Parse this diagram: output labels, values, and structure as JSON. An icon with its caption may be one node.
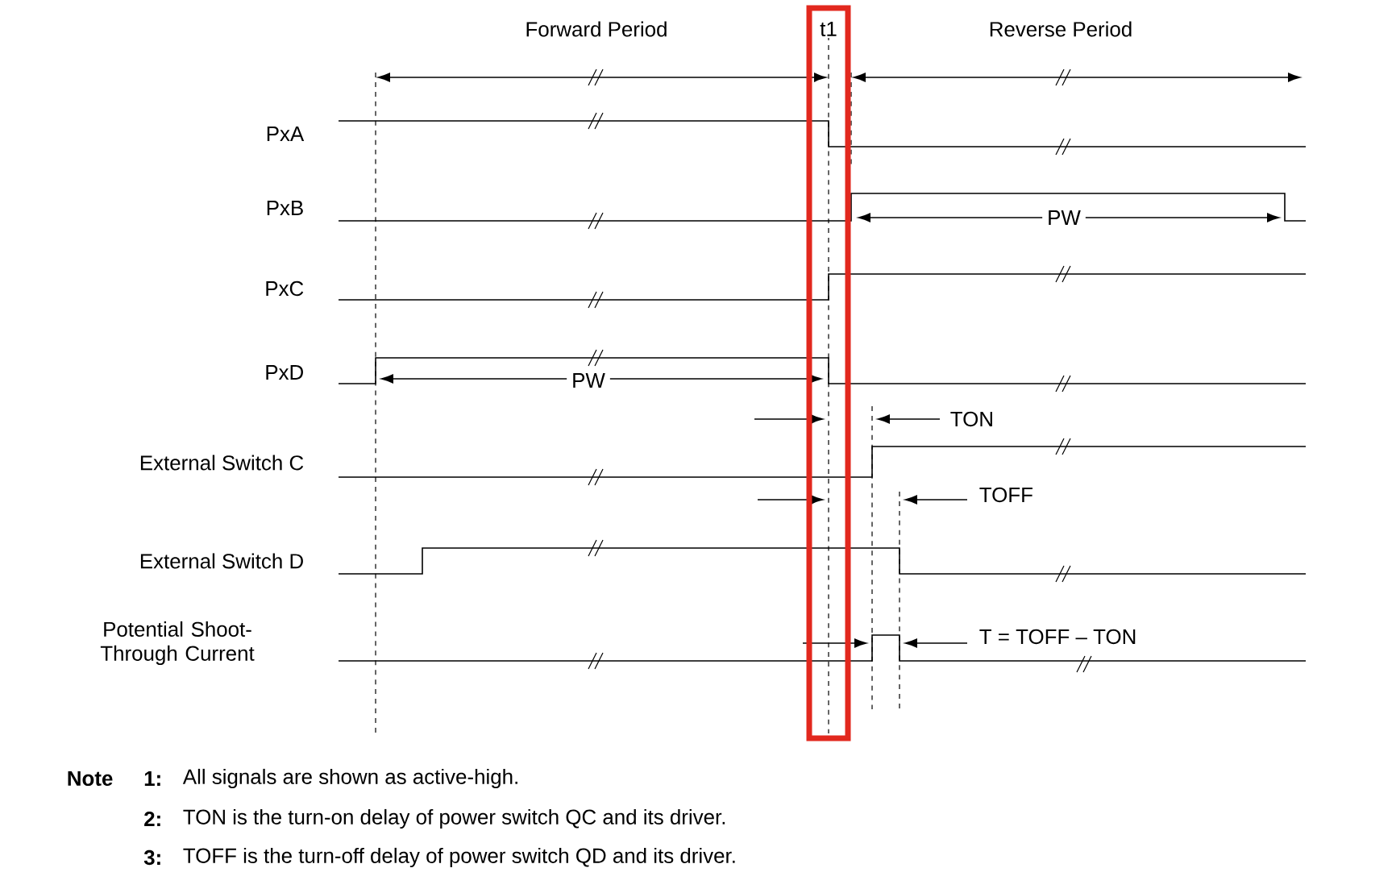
{
  "diagram": {
    "nodes": [
      {
        "text": [
          "t1"
        ]
      }
    ],
    "labels": [
      "Forward Period",
      "Reverse Period",
      "PxA",
      "PxB",
      "PW",
      "PxC",
      "PxD",
      "PW",
      "TON",
      "External Switch C",
      "TOFF",
      "External Switch D",
      "Potential Shoot-Through Current",
      "T = TOFF – TON",
      "Note",
      "1:",
      "All signals are shown as active-high.",
      "2:",
      "TON is the turn-on delay of power switch QC and its driver.",
      "3:",
      "TOFF is the turn-off delay of power switch QD and its driver."
    ]
  }
}
